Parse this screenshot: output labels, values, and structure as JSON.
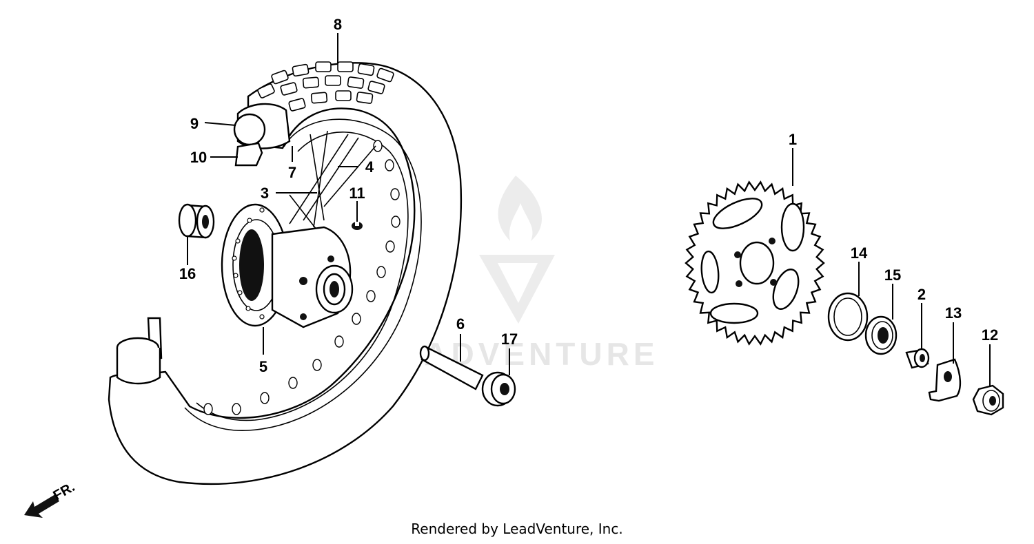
{
  "watermark": {
    "brand": "LEADVENTURE"
  },
  "direction_marker": {
    "label": "FR."
  },
  "footer": {
    "credit": "Rendered by LeadVenture, Inc."
  },
  "callouts": {
    "c1": "1",
    "c2": "2",
    "c3": "3",
    "c4": "4",
    "c5": "5",
    "c6": "6",
    "c7": "7",
    "c8": "8",
    "c9": "9",
    "c10": "10",
    "c11": "11",
    "c12": "12",
    "c13": "13",
    "c14": "14",
    "c15": "15",
    "c16": "16",
    "c17": "17"
  }
}
